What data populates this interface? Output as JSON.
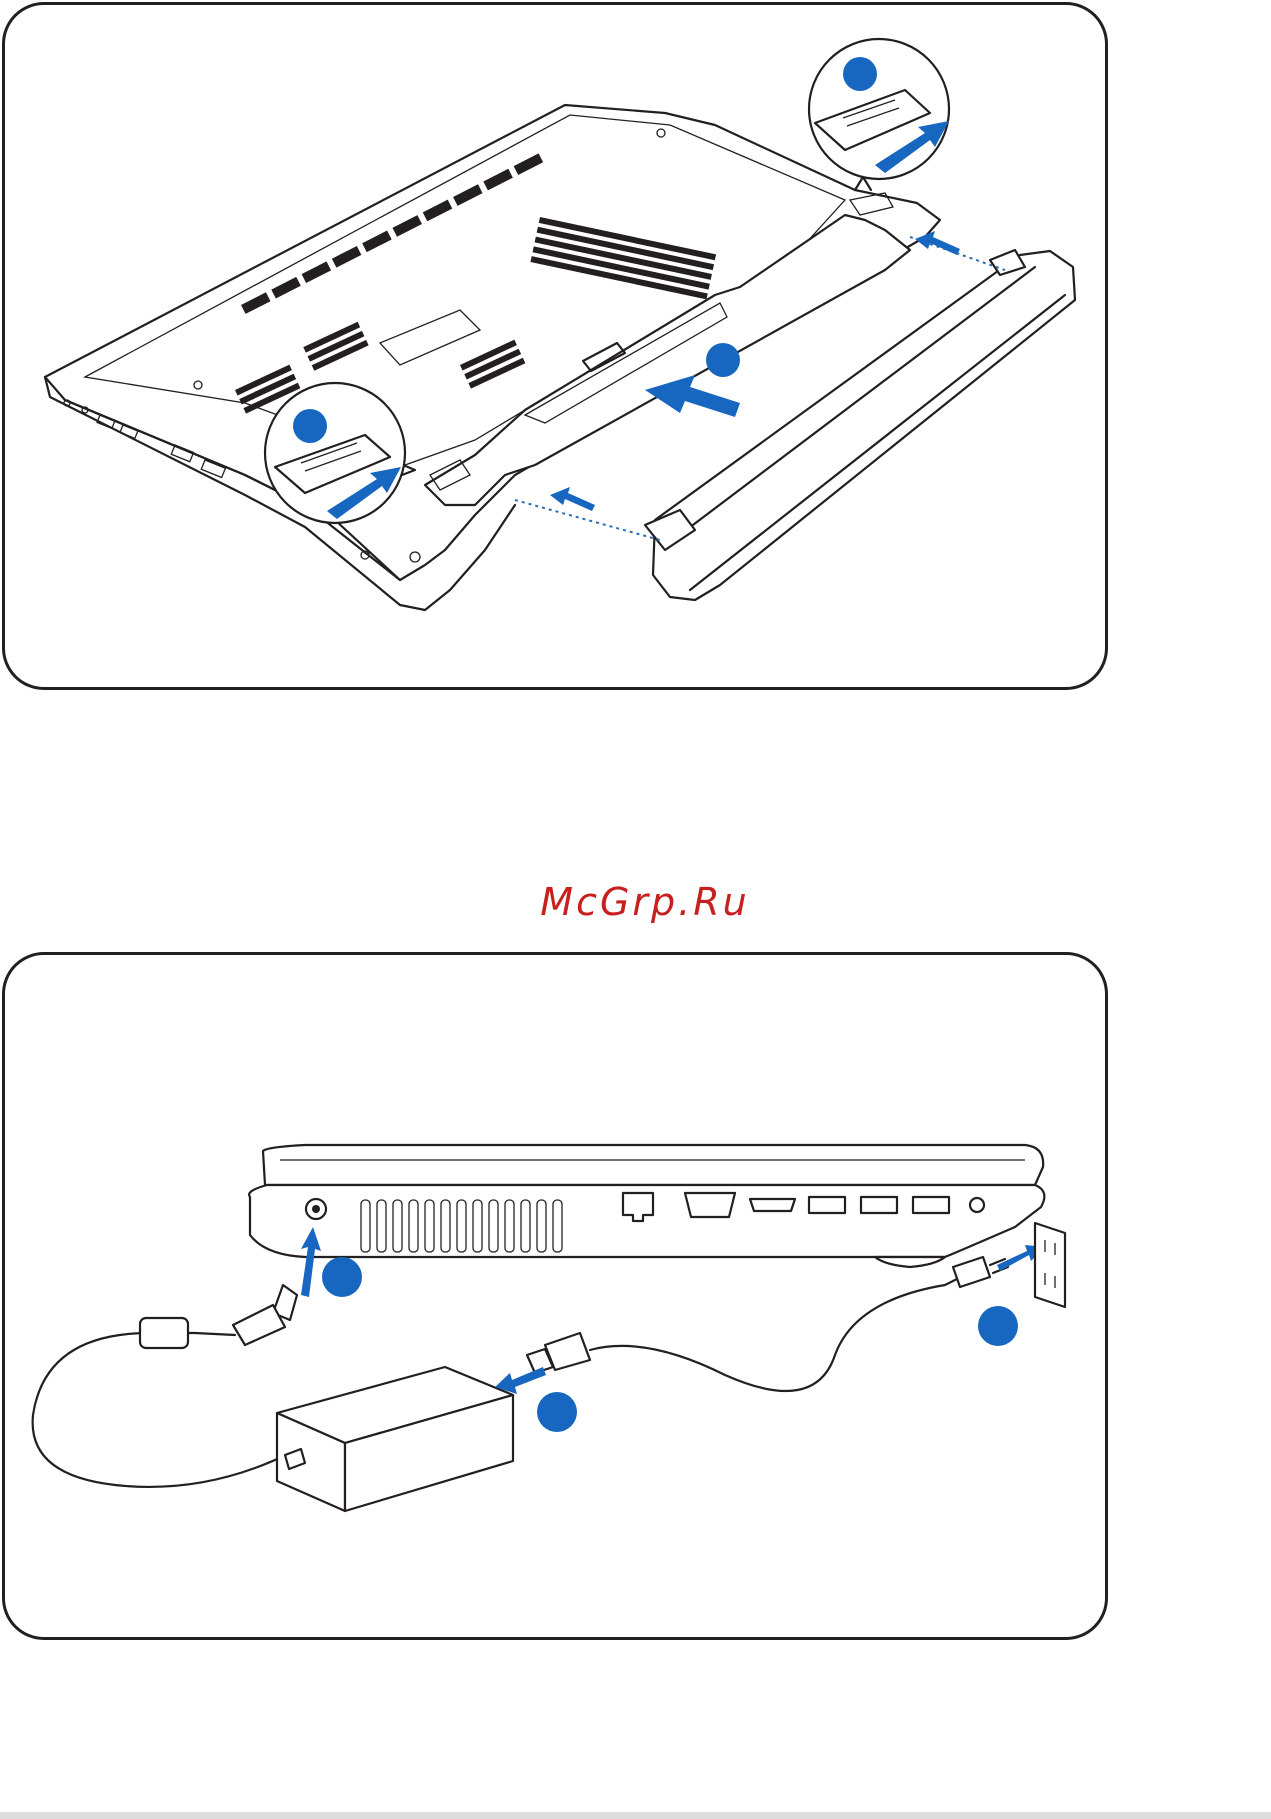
{
  "watermark": "McGrp.Ru",
  "colors": {
    "marker_blue": "#1766c0",
    "line_art": "#231f20",
    "watermark_red": "#c8201e"
  },
  "figures": [
    {
      "id": "battery-installation",
      "markers": [
        "step-marker",
        "step-marker",
        "step-marker"
      ]
    },
    {
      "id": "power-connection",
      "markers": [
        "step-marker",
        "step-marker",
        "step-marker"
      ]
    }
  ]
}
